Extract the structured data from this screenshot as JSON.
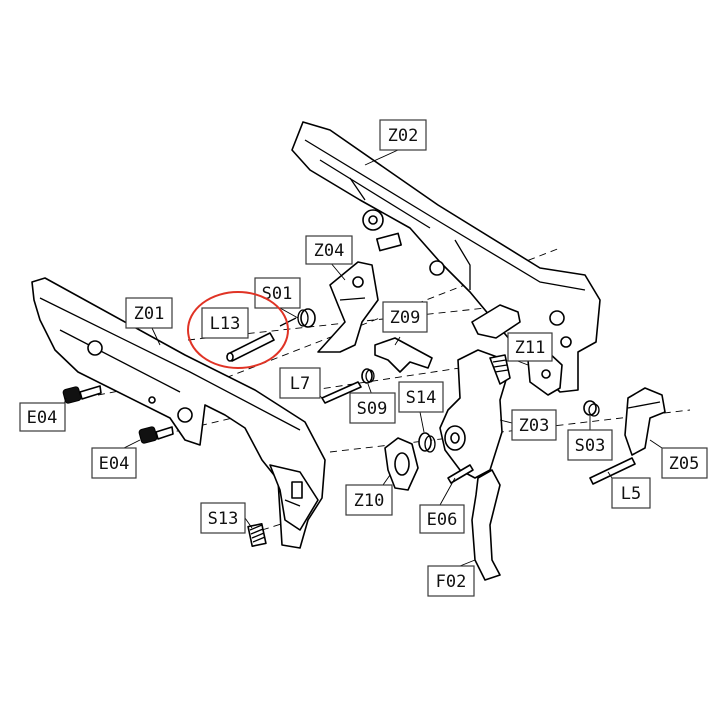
{
  "highlight_color": "#e03325",
  "highlighted_part": "L13",
  "labels": {
    "z02": "Z02",
    "z04": "Z04",
    "s01": "S01",
    "z01": "Z01",
    "l13": "L13",
    "z09": "Z09",
    "z11": "Z11",
    "l7": "L7",
    "s09": "S09",
    "s14": "S14",
    "e04a": "E04",
    "e04b": "E04",
    "z03": "Z03",
    "s03": "S03",
    "z05": "Z05",
    "z10": "Z10",
    "e06": "E06",
    "l5": "L5",
    "s13": "S13",
    "f02": "F02"
  }
}
